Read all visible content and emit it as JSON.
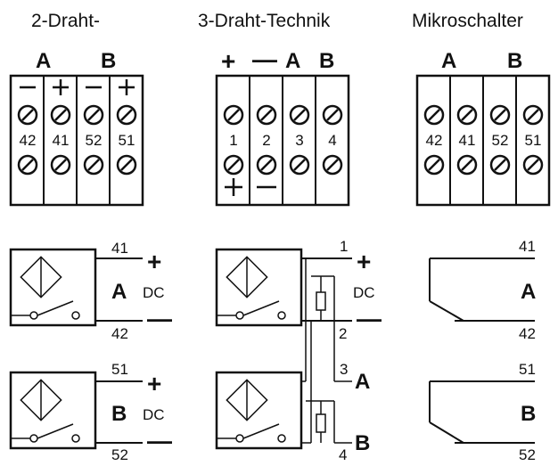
{
  "headers": {
    "two_wire": "2-Draht-",
    "three_wire": "3-Draht-Technik",
    "microswitch": "Mikroschalter"
  },
  "labels": {
    "a": "A",
    "b": "B",
    "plus": "+",
    "minus": "—",
    "dc": "DC"
  },
  "blocks": {
    "two_wire": [
      "42",
      "41",
      "52",
      "51"
    ],
    "three_wire": [
      "1",
      "2",
      "3",
      "4"
    ],
    "microswitch": [
      "42",
      "41",
      "52",
      "51"
    ]
  },
  "terminals": {
    "t41": "41",
    "t42": "42",
    "t51": "51",
    "t52": "52",
    "t1": "1",
    "t2": "2",
    "t3": "3",
    "t4": "4"
  }
}
